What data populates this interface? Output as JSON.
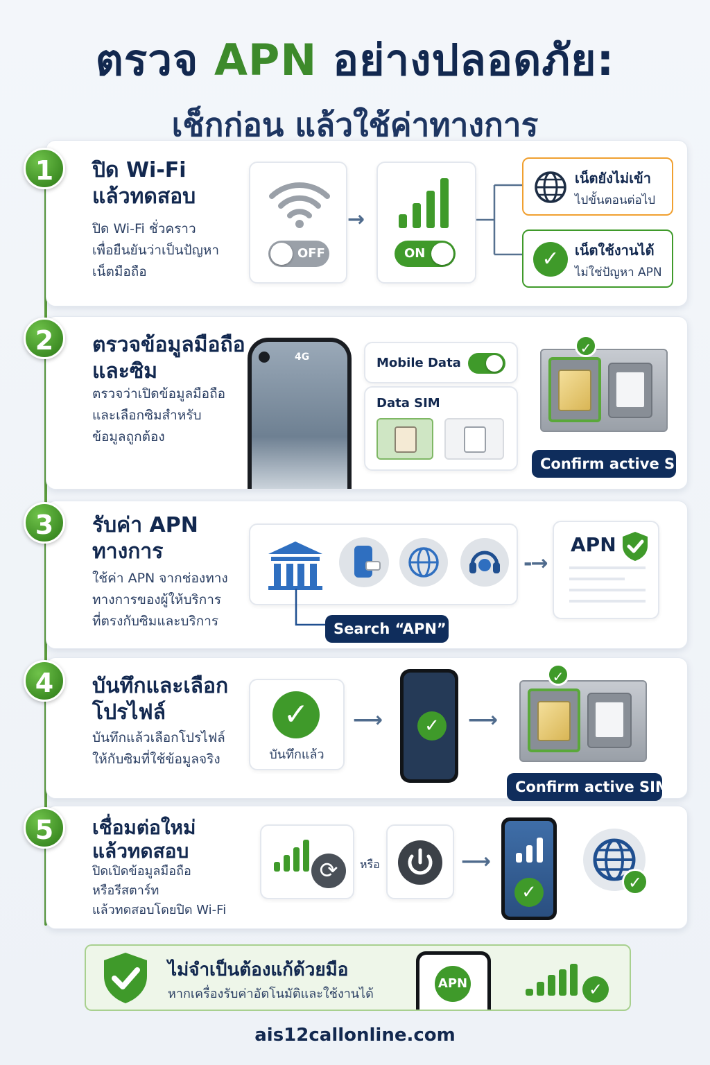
{
  "header": {
    "title_part1": "ตรวจ ",
    "title_apn": "APN",
    "title_part2": " อย่างปลอดภัย:",
    "subtitle": "เช็กก่อน แล้วใช้ค่าทางการ"
  },
  "colors": {
    "navy": "#12284f",
    "green": "#3f9a2a",
    "orange": "#f0a030",
    "badge": "#0f2d5c"
  },
  "steps": [
    {
      "number": "1",
      "title_lines": [
        "ปิด Wi-Fi",
        "แล้วทดสอบ"
      ],
      "desc_lines": [
        "ปิด Wi-Fi ชั่วคราว",
        "เพื่อยืนยันว่าเป็นปัญหา",
        "เน็ตมือถือ"
      ],
      "wifi_toggle": "OFF",
      "cell_toggle": "ON",
      "icons": [
        "wifi-icon",
        "signal-bars-icon",
        "globe-icon",
        "check-icon"
      ],
      "result_fail": {
        "line1": "เน็ตยังไม่เข้า",
        "line2": "ไปขั้นตอนต่อไป"
      },
      "result_ok": {
        "line1": "เน็ตใช้งานได้",
        "line2": "ไม่ใช่ปัญหา APN"
      }
    },
    {
      "number": "2",
      "title_lines": [
        "ตรวจข้อมูลมือถือ",
        "และซิม"
      ],
      "desc_lines": [
        "ตรวจว่าเปิดข้อมูลมือถือ",
        "และเลือกซิมสำหรับ",
        "ข้อมูลถูกต้อง"
      ],
      "phone_status": "4G",
      "mobile_data_label": "Mobile Data",
      "data_sim_label": "Data SIM",
      "confirm_label": "Confirm active SIM",
      "icons": [
        "phone-icon",
        "sim-card-icon",
        "sim-tray-icon",
        "check-icon"
      ]
    },
    {
      "number": "3",
      "title_lines": [
        "รับค่า APN",
        "ทางการ"
      ],
      "desc_lines": [
        "ใช้ค่า APN จากช่องทาง",
        "ทางการของผู้ให้บริการ",
        "ที่ตรงกับซิมและบริการ"
      ],
      "search_label": "Search “APN”",
      "apn_doc_label": "APN",
      "icons": [
        "building-icon",
        "phone-chat-icon",
        "globe-icon",
        "headset-icon",
        "shield-check-icon"
      ]
    },
    {
      "number": "4",
      "title_lines": [
        "บันทึกและเลือก",
        "โปรไฟล์"
      ],
      "desc_lines": [
        "บันทึกแล้วเลือกโปรไฟล์",
        "ให้กับซิมที่ใช้ข้อมูลจริง"
      ],
      "saved_label": "บันทึกแล้ว",
      "confirm_label": "Confirm active SIM",
      "icons": [
        "check-icon",
        "phone-icon",
        "sim-tray-icon"
      ]
    },
    {
      "number": "5",
      "title_lines": [
        "เชื่อมต่อใหม่",
        "แล้วทดสอบ"
      ],
      "desc_lines": [
        "ปิดเปิดข้อมูลมือถือ",
        "หรือรีสตาร์ท",
        "แล้วทดสอบโดยปิด Wi-Fi"
      ],
      "or_label": "หรือ",
      "icons": [
        "signal-refresh-icon",
        "power-icon",
        "phone-signal-icon",
        "globe-check-icon"
      ]
    }
  ],
  "footer": {
    "title": "ไม่จำเป็นต้องแก้ด้วยมือ",
    "subtitle": "หากเครื่องรับค่าอัตโนมัติและใช้งานได้",
    "apn_badge": "APN",
    "icons": [
      "shield-check-icon",
      "phone-icon",
      "signal-bars-icon",
      "check-icon"
    ]
  },
  "site": "ais12callonline.com"
}
